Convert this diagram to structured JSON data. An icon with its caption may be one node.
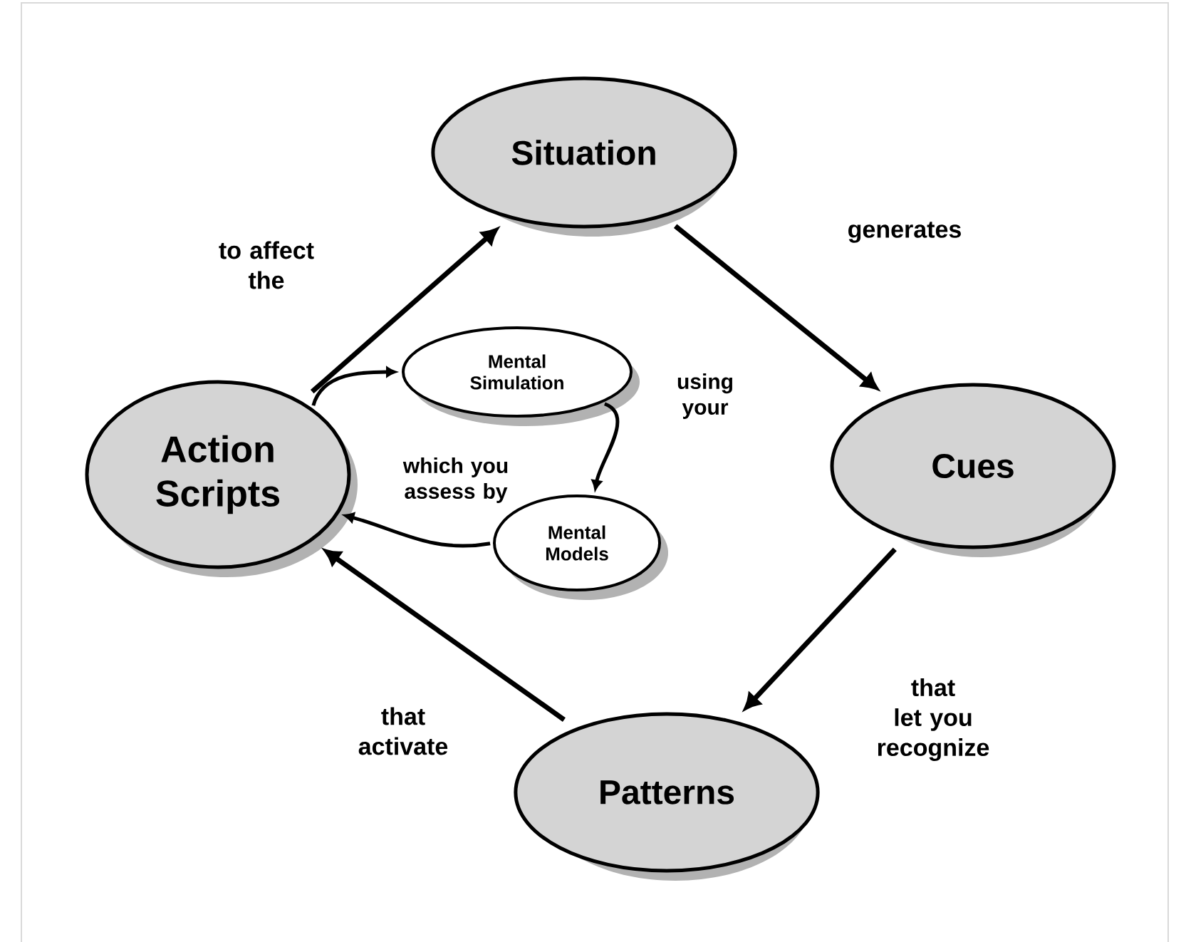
{
  "diagram": {
    "nodes": [
      {
        "text": [
          "Situation"
        ]
      },
      {
        "text": [
          "Cues"
        ]
      },
      {
        "text": [
          "Patterns"
        ]
      },
      {
        "text": [
          "Action Scripts"
        ]
      },
      {
        "text": [
          "Mental Simulation"
        ]
      },
      {
        "text": [
          "Mental Models"
        ]
      }
    ],
    "edges": [
      {
        "from": 3,
        "to": 0,
        "arrow": "to",
        "label": "to affect the"
      },
      {
        "from": 0,
        "to": 1,
        "arrow": "to",
        "label": "generates"
      },
      {
        "from": 1,
        "to": 2,
        "arrow": "to",
        "label": "that let you recognize"
      },
      {
        "from": 2,
        "to": 3,
        "arrow": "to",
        "label": "that activate"
      },
      {
        "from": 3,
        "to": 4,
        "arrow": "to"
      },
      {
        "from": 4,
        "to": 5,
        "arrow": "to",
        "label": "using your"
      },
      {
        "from": 5,
        "to": 3,
        "arrow": "to",
        "label": "which you assess by"
      }
    ]
  }
}
